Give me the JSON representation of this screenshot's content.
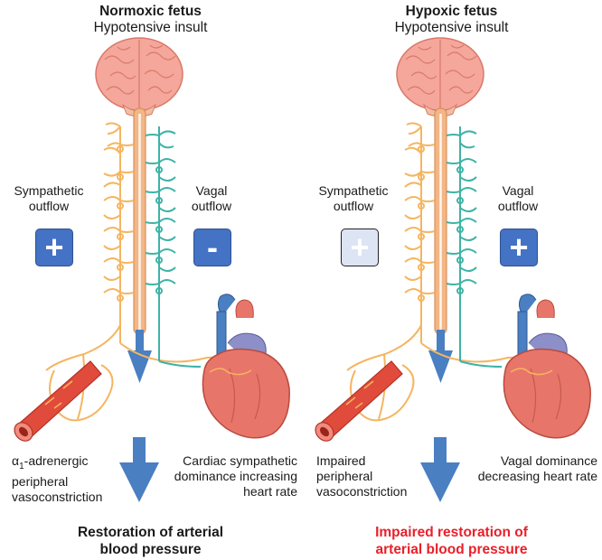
{
  "panels": [
    {
      "title": "Normoxic fetus",
      "subtitle": "Hypotensive insult",
      "sympathetic": {
        "label_line1": "Sympathetic",
        "label_line2": "outflow",
        "sign": "+",
        "strength": "strong"
      },
      "vagal": {
        "label_line1": "Vagal",
        "label_line2": "outflow",
        "sign": "-",
        "strength": "strong"
      },
      "vascular_text": {
        "prefix": "α",
        "subscript": "1",
        "line1_rest": "-adrenergic",
        "line2": "peripheral",
        "line3": "vasoconstriction"
      },
      "cardiac_text": {
        "line1": "Cardiac sympathetic",
        "line2": "dominance increasing",
        "line3": "heart rate"
      },
      "outcome": {
        "line1": "Restoration of arterial",
        "line2": "blood pressure",
        "color": "#1a1a1a"
      }
    },
    {
      "title": "Hypoxic fetus",
      "subtitle": "Hypotensive insult",
      "sympathetic": {
        "label_line1": "Sympathetic",
        "label_line2": "outflow",
        "sign": "+",
        "strength": "weak"
      },
      "vagal": {
        "label_line1": "Vagal",
        "label_line2": "outflow",
        "sign": "+",
        "strength": "strong"
      },
      "vascular_text": {
        "line1": "Impaired",
        "line2": "peripheral",
        "line3": "vasoconstriction"
      },
      "cardiac_text": {
        "line1": "Vagal dominance",
        "line2": "decreasing heart rate"
      },
      "outcome": {
        "line1": "Impaired restoration of",
        "line2": "arterial blood pressure",
        "color": "#e8202a"
      }
    }
  ],
  "colors": {
    "sympathetic_nerve": "#f5b560",
    "vagal_nerve": "#3db3a6",
    "brain": "#f4a79a",
    "spinal_cord": "#f3b686",
    "arrow": "#4a7fc1",
    "sign_box": "#4472c4",
    "sign_box_weak": "#dde4f4",
    "heart": "#e8756a",
    "artery": "#e14b3b"
  }
}
